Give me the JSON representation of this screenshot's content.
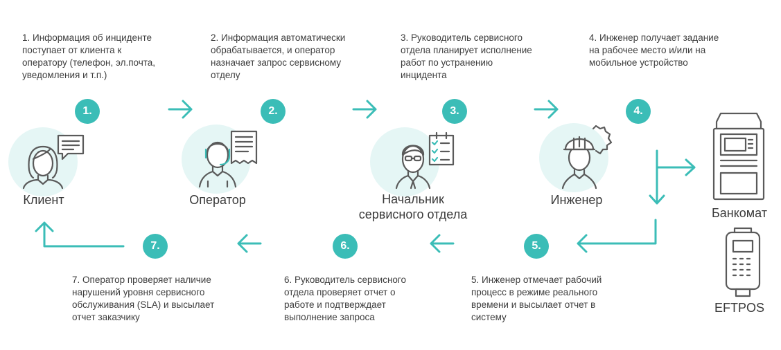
{
  "steps": {
    "s1": "1. Информация об инциденте\nпоступает от клиента к\nоператору (телефон, эл.почта,\nуведомления и т.п.)",
    "s2": "2. Информация автоматически\nобрабатывается, и оператор\nназначает запрос сервисному\nотделу",
    "s3": "3. Руководитель сервисного\nотдела планирует исполнение\nработ по устранению\nинцидента",
    "s4": "4. Инженер получает задание\nна рабочее место и/или на\nмобильное устройство",
    "s5": "5. Инженер отмечает рабочий\nпроцесс в режиме реального\nвремени и высылает отчет в\nсистему",
    "s6": "6. Руководитель сервисного\nотдела проверяет отчет о\nработе и подтверждает\nвыполнение запроса",
    "s7": "7. Оператор проверяет наличие\nнарушений уровня сервисного\nобслуживания (SLA) и высылает\nотчет заказчику"
  },
  "badges": {
    "b1": "1.",
    "b2": "2.",
    "b3": "3.",
    "b4": "4.",
    "b5": "5.",
    "b6": "6.",
    "b7": "7."
  },
  "roles": {
    "client": "Клиент",
    "operator": "Оператор",
    "manager": "Начальник\nсервисного отдела",
    "engineer": "Инженер"
  },
  "devices": {
    "atm": "Банкомат",
    "eftpos": "EFTPOS"
  },
  "colors": {
    "accent": "#3bbdb7",
    "icon": "#5a5a5a",
    "circle": "#e5f6f5"
  },
  "icons": [
    "client-icon",
    "operator-icon",
    "manager-icon",
    "engineer-icon",
    "atm-icon",
    "eftpos-icon"
  ]
}
